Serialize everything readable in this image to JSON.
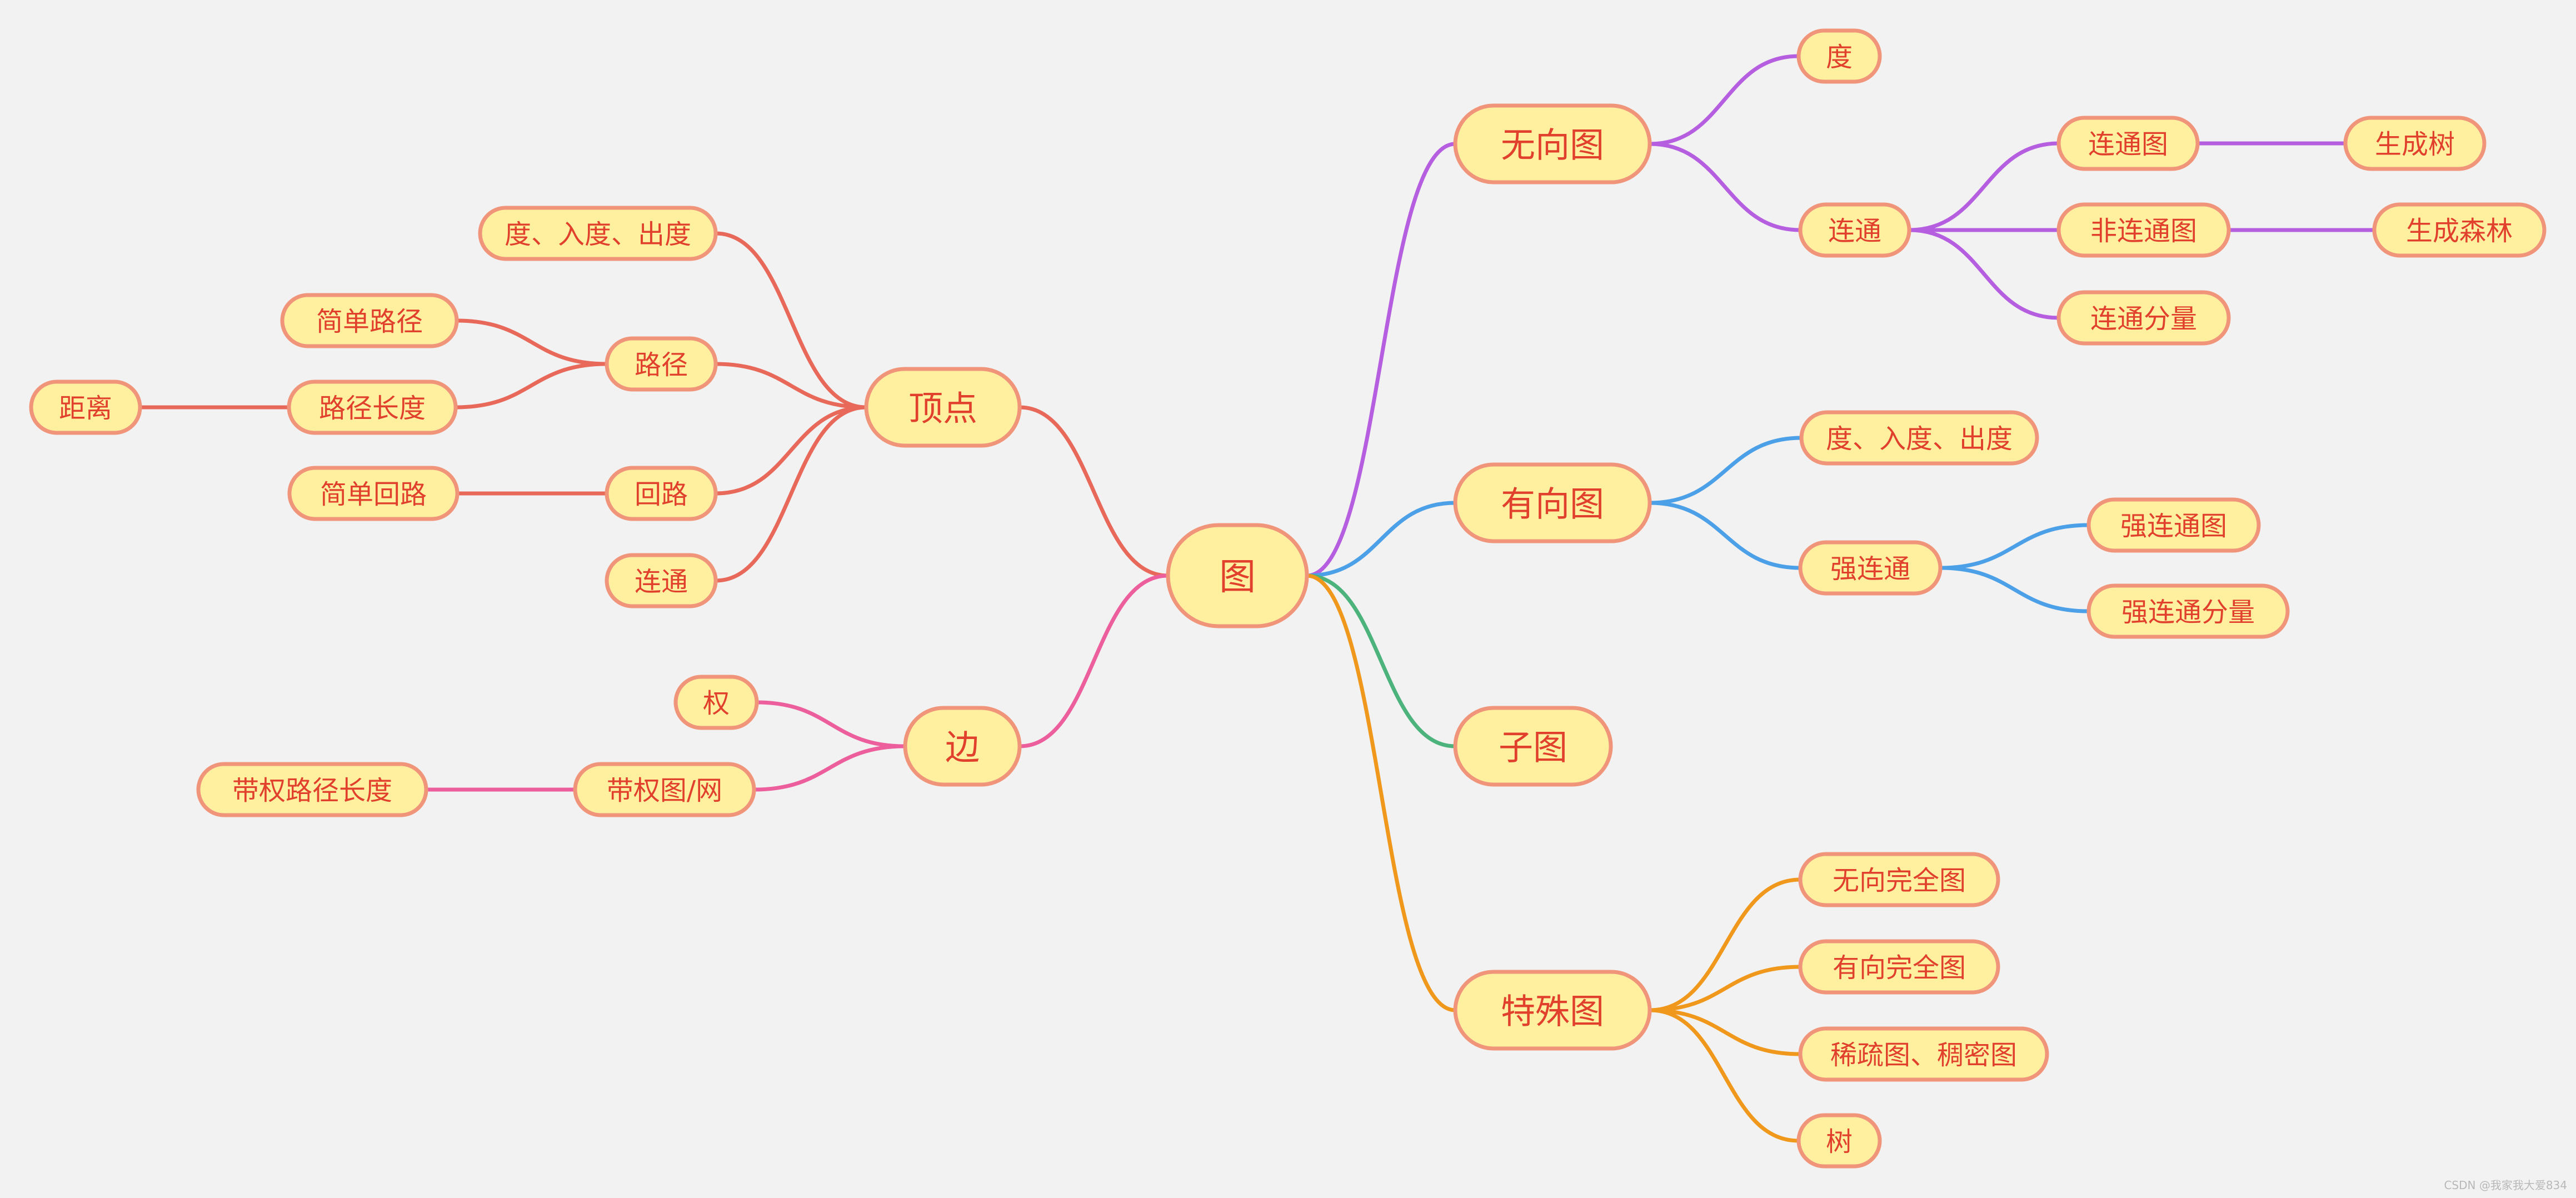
{
  "colors": {
    "vertex_branch": "#e8685a",
    "edge_branch": "#ec5f9c",
    "undirected_branch": "#b65ee0",
    "directed_branch": "#4ca0e8",
    "subgraph_branch": "#4db37c",
    "special_branch": "#f0981c",
    "node_fill": "#fff0a0",
    "node_border": "#f0947a",
    "node_text": "#e0402c"
  },
  "root": {
    "label": "图"
  },
  "branches": {
    "vertex": {
      "label": "顶点",
      "degree": "度、入度、出度",
      "path": "路径",
      "simple_path": "简单路径",
      "path_length": "路径长度",
      "distance": "距离",
      "cycle": "回路",
      "simple_cycle": "简单回路",
      "connected": "连通"
    },
    "edge": {
      "label": "边",
      "weight": "权",
      "weighted_graph": "带权图/网",
      "weighted_path_length": "带权路径长度"
    },
    "undirected": {
      "label": "无向图",
      "degree": "度",
      "connected": "连通",
      "connected_graph": "连通图",
      "spanning_tree": "生成树",
      "disconnected_graph": "非连通图",
      "spanning_forest": "生成森林",
      "connected_component": "连通分量"
    },
    "directed": {
      "label": "有向图",
      "degree": "度、入度、出度",
      "strongly_connected": "强连通",
      "strongly_connected_graph": "强连通图",
      "strongly_connected_component": "强连通分量"
    },
    "subgraph": {
      "label": "子图"
    },
    "special": {
      "label": "特殊图",
      "undirected_complete": "无向完全图",
      "directed_complete": "有向完全图",
      "sparse_dense": "稀疏图、稠密图",
      "tree": "树"
    }
  },
  "watermark": "CSDN @我家我大爱834"
}
